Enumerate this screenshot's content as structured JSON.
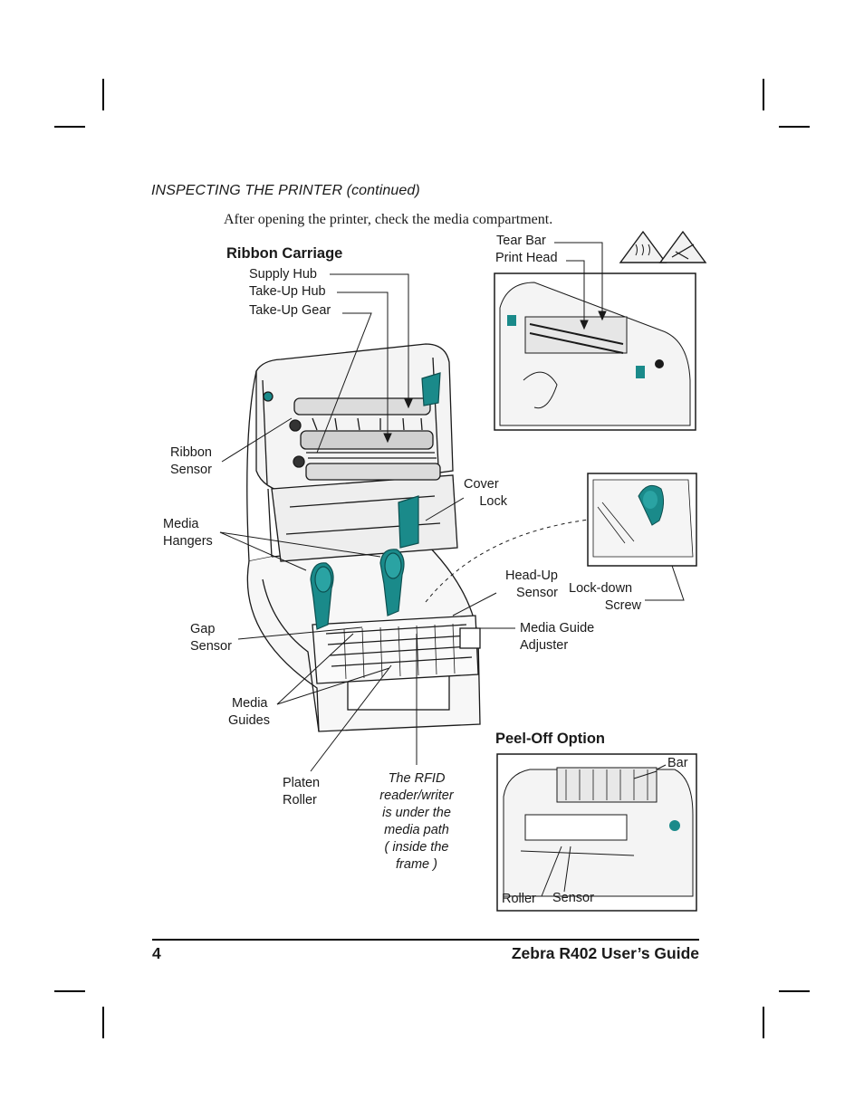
{
  "page": {
    "section_title": "INSPECTING THE PRINTER (continued)",
    "intro": "After opening the printer, check the media compartment."
  },
  "headings": {
    "ribbon_carriage": "Ribbon Carriage",
    "peel_off": "Peel-Off Option"
  },
  "labels": {
    "supply_hub": "Supply Hub",
    "take_up_hub": "Take-Up Hub",
    "take_up_gear": "Take-Up Gear",
    "ribbon_sensor_1": "Ribbon",
    "ribbon_sensor_2": "Sensor",
    "media_hangers_1": "Media",
    "media_hangers_2": "Hangers",
    "gap_sensor_1": "Gap",
    "gap_sensor_2": "Sensor",
    "media_guides_1": "Media",
    "media_guides_2": "Guides",
    "platen_roller_1": "Platen",
    "platen_roller_2": "Roller",
    "cover_lock_1": "Cover",
    "cover_lock_2": "Lock",
    "head_up_sensor_1": "Head-Up",
    "head_up_sensor_2": "Sensor",
    "lock_down_screw_1": "Lock-down",
    "lock_down_screw_2": "Screw",
    "media_guide_adjuster_1": "Media Guide",
    "media_guide_adjuster_2": "Adjuster",
    "tear_bar": "Tear Bar",
    "print_head": "Print Head",
    "bar": "Bar",
    "roller": "Roller",
    "sensor": "Sensor"
  },
  "rfid_note": [
    "The RFID",
    "reader/writer",
    "is under the",
    "media path",
    "( inside the",
    "frame )"
  ],
  "footer": {
    "page_number": "4",
    "guide_title": "Zebra R402 User’s Guide"
  },
  "colors": {
    "accent_teal": "#1a8a8a",
    "line": "#1a1a1a"
  },
  "icons": [
    "hot-surface-warning-icon",
    "pinch-hazard-warning-icon"
  ]
}
